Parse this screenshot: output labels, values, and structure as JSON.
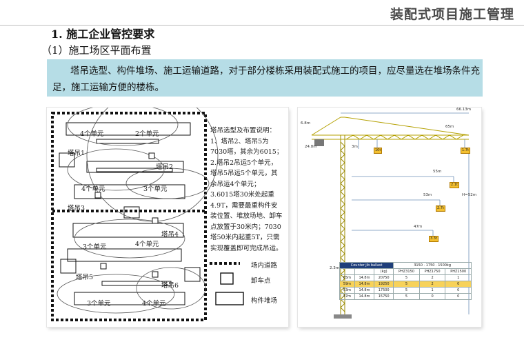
{
  "header": {
    "title": "装配式项目施工管理"
  },
  "section": {
    "title": "1. 施工企业管控要求",
    "subtitle": "（1）施工场区平面布置",
    "note": "塔吊选型、构件堆场、施工运输道路，对于部分楼栋采用装配式施工的项目，应尽量选在堆场条件充足，施工运输方便的楼栋。"
  },
  "plan": {
    "labels": {
      "u1": "4个单元",
      "u2": "2个单元",
      "crane1": "塔吊1",
      "crane2": "塔吊2",
      "u3": "4个单元",
      "u4": "3个单元",
      "crane3": "塔吊3",
      "crane4": "塔吊4",
      "u5": "3个单元",
      "u6": "4个单元",
      "crane5": "塔吊5",
      "crane6": "塔吊6",
      "u7": "3个单元",
      "u8": "4个单元"
    },
    "description": [
      "塔吊选型及布置说明：",
      "1、塔吊2、塔吊5为7030塔，其余为6015；",
      "2.塔吊2吊运5个单元，塔吊5吊运5个单元，其余吊运4个单元；",
      "3.6015塔30米处起重4.9T，需要最重构件安装位置、堆放场地、卸车点放置于30米内；7030塔50米内起重5T，只需实现覆盖即可完成吊运。"
    ],
    "legend": {
      "road": "场内道路",
      "unload": "卸车点",
      "stack": "构件堆场"
    }
  },
  "crane": {
    "top_dims": [
      "66.13m",
      "65m",
      "6.8m",
      "24.8m",
      "3m"
    ],
    "jib_labels": [
      "10t",
      "1.7t"
    ],
    "reach": [
      {
        "dist": "55m",
        "load": "2.1t"
      },
      {
        "dist": "53m",
        "load": "2.7t"
      },
      {
        "dist": "47m",
        "load": "3.3t"
      }
    ],
    "height": "H=52m",
    "base": "2.3m",
    "table": {
      "title": "Counter jib ballast",
      "range": "3150 · 1750 · 1500kg",
      "headers": [
        "",
        "",
        "(kg)",
        "PHZ3150",
        "PHZ1750",
        "PHZ1500"
      ],
      "rows": [
        [
          "65m",
          "14.8m",
          "20750",
          "5",
          "2",
          "1"
        ],
        [
          "59m",
          "14.8m",
          "19250",
          "5",
          "2",
          "0"
        ],
        [
          "53m",
          "14.8m",
          "17500",
          "5",
          "1",
          "0"
        ],
        [
          "47m",
          "14.8m",
          "15750",
          "5",
          "0",
          "0"
        ]
      ]
    }
  }
}
